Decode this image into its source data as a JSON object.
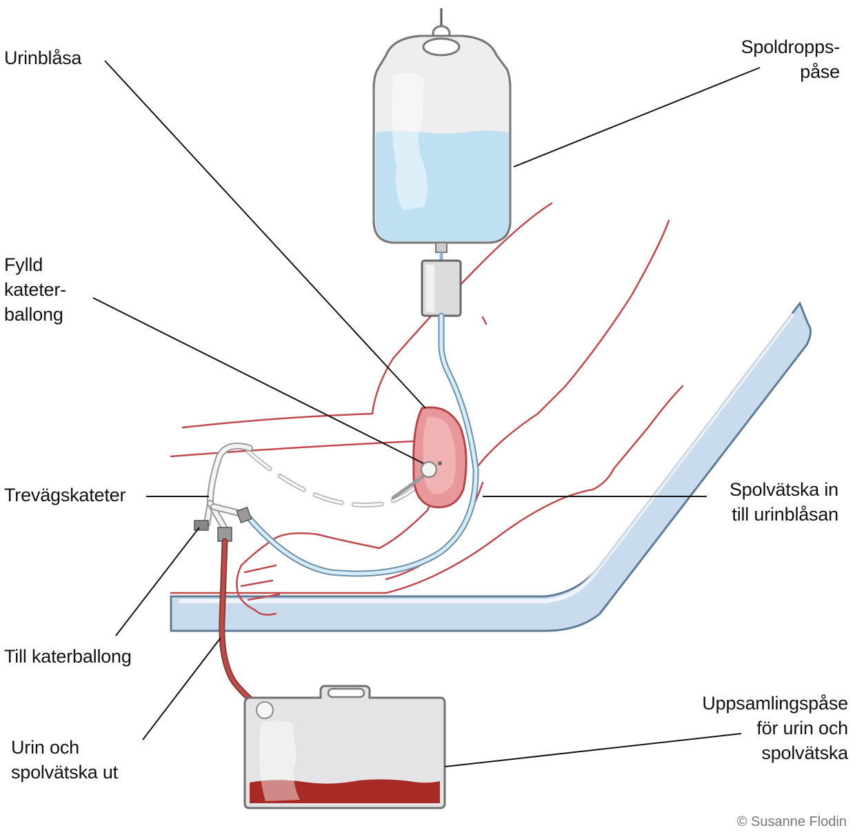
{
  "labels": {
    "urinblasa": "Urinblåsa",
    "spoldropps": [
      "Spoldropps-",
      "påse"
    ],
    "balloon": [
      "Fylld",
      "kateter-",
      "ballong"
    ],
    "catheter": "Trevägskateter",
    "spol_in": [
      "Spolvätska in",
      "till urinblåsan"
    ],
    "till_ballong": "Till katerballong",
    "urin_ut": [
      "Urin och",
      "spolvätska ut"
    ],
    "collect_bag": [
      "Uppsamlingspåse",
      "för urin och",
      "spolvätska"
    ]
  },
  "credit": "© Susanne Flodin",
  "colors": {
    "outline_red": "#c0474c",
    "fluid_blue": "#bfe0f2",
    "bed_blue": "#c9dcee",
    "urine_red": "#a82a26",
    "bladder_pink": "#e8989a",
    "bag_grey": "#e4e4e6"
  }
}
